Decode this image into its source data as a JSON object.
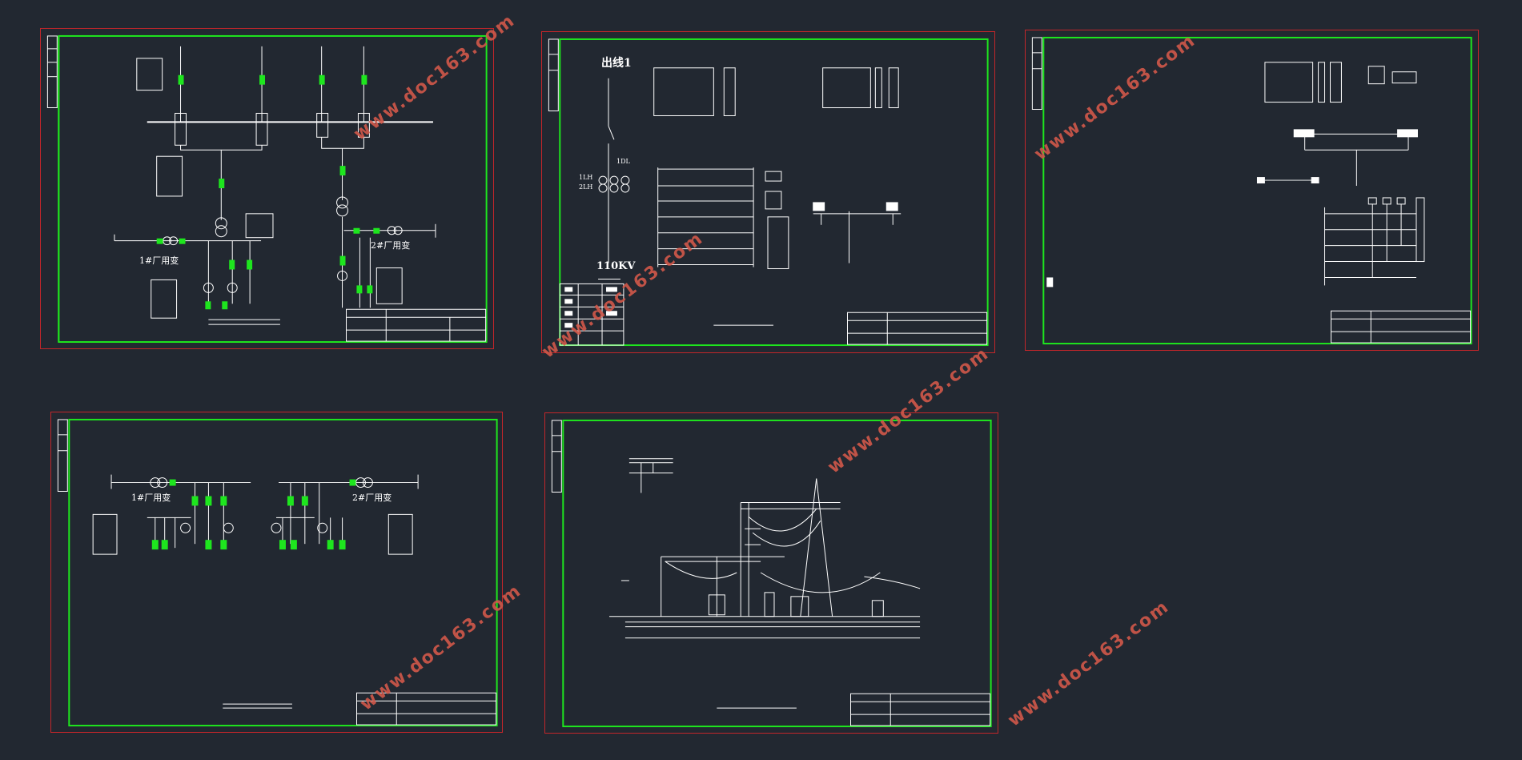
{
  "watermark_text": "www.doc163.com",
  "colors": {
    "background": "#222831",
    "sheet_border": "#c2262a",
    "frame": "#1ee61e",
    "lines": "#ffffff",
    "highlight": "#1ee61e",
    "watermark": "#d2584a"
  },
  "sheets": [
    {
      "id": "sheet-1",
      "labels": {
        "left_transformer": "1#厂用变",
        "right_transformer": "2#厂用变"
      }
    },
    {
      "id": "sheet-2",
      "labels": {
        "outgoing_line": "出线1",
        "voltage": "110KV",
        "label_1lh": "1LH",
        "label_2lh": "2LH",
        "label_1dl": "1DL"
      }
    },
    {
      "id": "sheet-3",
      "labels": {}
    },
    {
      "id": "sheet-4",
      "labels": {
        "left_transformer": "1#厂用变",
        "right_transformer": "2#厂用变"
      }
    },
    {
      "id": "sheet-5",
      "labels": {}
    }
  ]
}
